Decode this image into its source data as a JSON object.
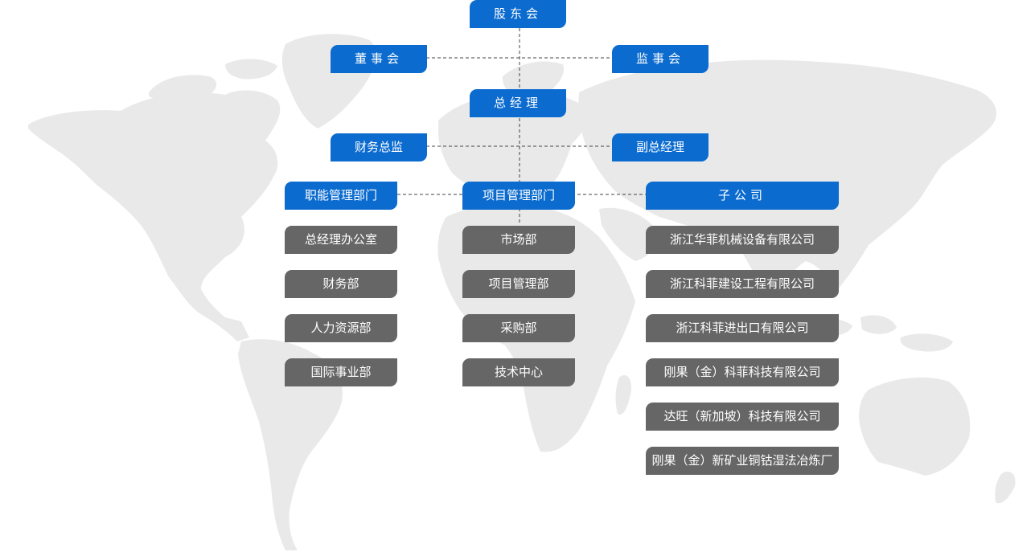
{
  "colors": {
    "node_blue": "#0b6bcf",
    "node_gray": "#666666",
    "map": "#e9e9e9",
    "connector": "#444444"
  },
  "background": {
    "icon": "world-map-icon"
  },
  "nodes": {
    "shareholders": "股东会",
    "board": "董事会",
    "supervisors": "监事会",
    "general_manager": "总经理",
    "finance_director": "财务总监",
    "deputy_gm": "副总经理",
    "functional_dept": "职能管理部门",
    "project_dept": "项目管理部门",
    "subsidiaries": "子公司"
  },
  "functional_items": [
    "总经理办公室",
    "财务部",
    "人力资源部",
    "国际事业部"
  ],
  "project_items": [
    "市场部",
    "项目管理部",
    "采购部",
    "技术中心"
  ],
  "subsidiary_items": [
    "浙江华菲机械设备有限公司",
    "浙江科菲建设工程有限公司",
    "浙江科菲进出口有限公司",
    "刚果（金）科菲科技有限公司",
    "达旺（新加坡）科技有限公司",
    "刚果（金）新矿业铜钴湿法冶炼厂"
  ]
}
